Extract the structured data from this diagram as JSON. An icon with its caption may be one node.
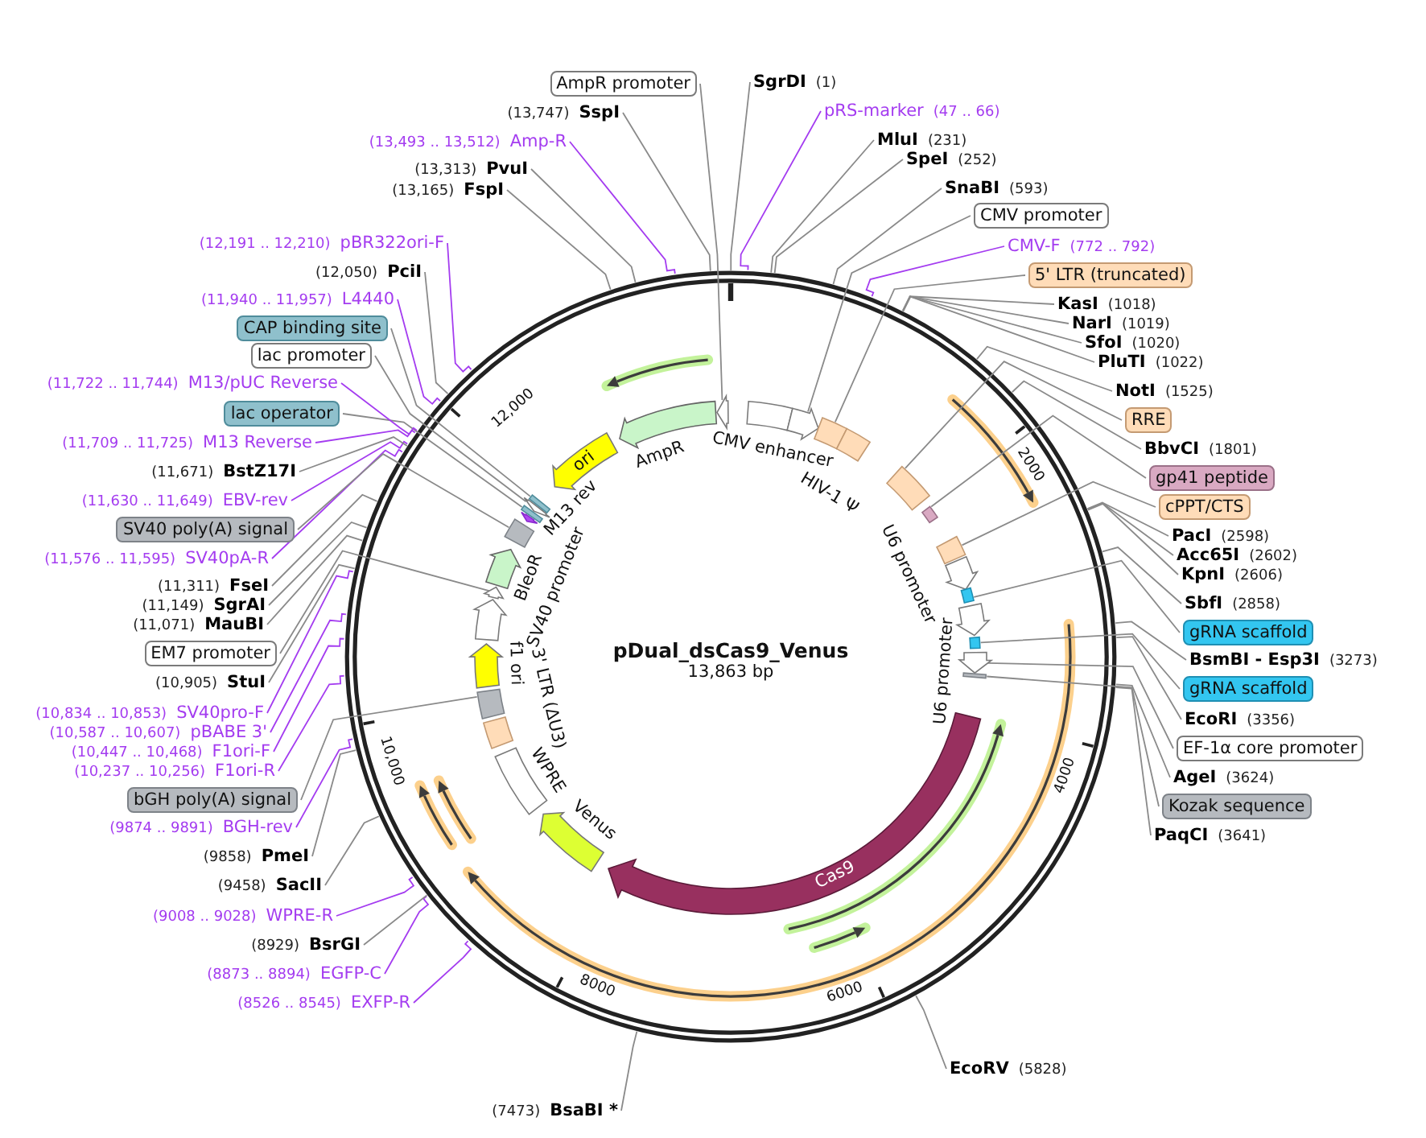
{
  "diagram": {
    "title": "pDual_dsCas9_Venus",
    "nodes": [
      {
        "text": [
          "SgrDI",
          "(1)"
        ]
      },
      {
        "text": [
          "pRS-marker",
          "(47 .. 66)"
        ]
      },
      {
        "text": [
          "MluI",
          "(231)"
        ]
      },
      {
        "text": [
          "SpeI",
          "(252)"
        ]
      },
      {
        "text": [
          "SnaBI",
          "(593)"
        ]
      },
      {
        "text": [
          "CMV promoter"
        ]
      },
      {
        "text": [
          "CMV-F",
          "(772 .. 792)"
        ]
      },
      {
        "text": [
          "5' LTR (truncated)"
        ]
      },
      {
        "text": [
          "KasI",
          "(1018)"
        ]
      },
      {
        "text": [
          "NarI",
          "(1019)"
        ]
      },
      {
        "text": [
          "SfoI",
          "(1020)"
        ]
      },
      {
        "text": [
          "PluTI",
          "(1022)"
        ]
      },
      {
        "text": [
          "NotI",
          "(1525)"
        ]
      },
      {
        "text": [
          "RRE"
        ]
      },
      {
        "text": [
          "BbvCI",
          "(1801)"
        ]
      },
      {
        "text": [
          "gp41 peptide"
        ]
      },
      {
        "text": [
          "cPPT/CTS"
        ]
      },
      {
        "text": [
          "PacI",
          "(2598)"
        ]
      },
      {
        "text": [
          "Acc65I",
          "(2602)"
        ]
      },
      {
        "text": [
          "KpnI",
          "(2606)"
        ]
      },
      {
        "text": [
          "SbfI",
          "(2858)"
        ]
      },
      {
        "text": [
          "gRNA scaffold"
        ]
      },
      {
        "text": [
          "BsmBI - Esp3I",
          "(3273)"
        ]
      },
      {
        "text": [
          "gRNA scaffold"
        ]
      },
      {
        "text": [
          "EcoRI",
          "(3356)"
        ]
      },
      {
        "text": [
          "EF-1α core promoter"
        ]
      },
      {
        "text": [
          "AgeI",
          "(3624)"
        ]
      },
      {
        "text": [
          "Kozak sequence"
        ]
      },
      {
        "text": [
          "PaqCI",
          "(3641)"
        ]
      },
      {
        "text": [
          "EcoRV",
          "(5828)"
        ]
      },
      {
        "text": [
          "(7473)",
          "BsaBI *"
        ]
      },
      {
        "text": [
          "(8526 .. 8545)",
          "EXFP-R"
        ]
      },
      {
        "text": [
          "(8873 .. 8894)",
          "EGFP-C"
        ]
      },
      {
        "text": [
          "(8929)",
          "BsrGI"
        ]
      },
      {
        "text": [
          "(9008 .. 9028)",
          "WPRE-R"
        ]
      },
      {
        "text": [
          "(9458)",
          "SacII"
        ]
      },
      {
        "text": [
          "(9858)",
          "PmeI"
        ]
      },
      {
        "text": [
          "(9874 .. 9891)",
          "BGH-rev"
        ]
      },
      {
        "text": [
          "bGH poly(A) signal"
        ]
      },
      {
        "text": [
          "(10,237 .. 10,256)",
          "F1ori-R"
        ]
      },
      {
        "text": [
          "(10,447 .. 10,468)",
          "F1ori-F"
        ]
      },
      {
        "text": [
          "(10,587 .. 10,607)",
          "pBABE 3'"
        ]
      },
      {
        "text": [
          "(10,834 .. 10,853)",
          "SV40pro-F"
        ]
      },
      {
        "text": [
          "(10,905)",
          "StuI"
        ]
      },
      {
        "text": [
          "EM7 promoter"
        ]
      },
      {
        "text": [
          "(11,071)",
          "MauBI"
        ]
      },
      {
        "text": [
          "(11,149)",
          "SgrAI"
        ]
      },
      {
        "text": [
          "(11,311)",
          "FseI"
        ]
      },
      {
        "text": [
          "(11,576 .. 11,595)",
          "SV40pA-R"
        ]
      },
      {
        "text": [
          "SV40 poly(A) signal"
        ]
      },
      {
        "text": [
          "(11,630 .. 11,649)",
          "EBV-rev"
        ]
      },
      {
        "text": [
          "(11,671)",
          "BstZ17I"
        ]
      },
      {
        "text": [
          "(11,709 .. 11,725)",
          "M13 Reverse"
        ]
      },
      {
        "text": [
          "lac operator"
        ]
      },
      {
        "text": [
          "(11,722 .. 11,744)",
          "M13/pUC Reverse"
        ]
      },
      {
        "text": [
          "lac promoter"
        ]
      },
      {
        "text": [
          "CAP binding site"
        ]
      },
      {
        "text": [
          "(11,940 .. 11,957)",
          "L4440"
        ]
      },
      {
        "text": [
          "(12,050)",
          "PciI"
        ]
      },
      {
        "text": [
          "(12,191 .. 12,210)",
          "pBR322ori-F"
        ]
      },
      {
        "text": [
          "(13,165)",
          "FspI"
        ]
      },
      {
        "text": [
          "(13,313)",
          "PvuI"
        ]
      },
      {
        "text": [
          "(13,493 .. 13,512)",
          "Amp-R"
        ]
      },
      {
        "text": [
          "(13,747)",
          "SspI"
        ]
      },
      {
        "text": [
          "AmpR promoter"
        ]
      },
      {
        "text": [],
        "shape": "box",
        "beside": [
          "CMV enhancer"
        ]
      },
      {
        "text": [],
        "shape": "arrow"
      },
      {
        "text": [],
        "shape": "box"
      },
      {
        "text": [],
        "shape": "box",
        "beside": [
          "HIV-1 Ψ"
        ]
      },
      {
        "text": [],
        "shape": "box"
      },
      {
        "text": [],
        "shape": "box"
      },
      {
        "text": [],
        "shape": "box"
      },
      {
        "text": [],
        "shape": "arrow",
        "beside": [
          "U6 promoter"
        ]
      },
      {
        "text": [],
        "shape": "box"
      },
      {
        "text": [],
        "shape": "arrow",
        "beside": [
          "U6 promoter"
        ]
      },
      {
        "text": [],
        "shape": "box"
      },
      {
        "text": [],
        "shape": "arrow"
      },
      {
        "text": [],
        "shape": "box"
      },
      {
        "text": [
          "Cas9"
        ]
      },
      {
        "text": [],
        "shape": "arrow",
        "beside": [
          "Venus"
        ]
      },
      {
        "text": [],
        "shape": "box",
        "beside": [
          "WPRE"
        ]
      },
      {
        "text": [],
        "shape": "box"
      },
      {
        "text": [],
        "shape": "box"
      },
      {
        "text": [],
        "shape": "arrow",
        "beside": [
          "f1 ori"
        ]
      },
      {
        "text": [],
        "shape": "arrow"
      },
      {
        "text": [],
        "shape": "arrow"
      },
      {
        "text": [],
        "shape": "arrow",
        "beside": [
          "BleoR"
        ]
      },
      {
        "text": [],
        "shape": "box"
      },
      {
        "text": [],
        "shape": "arrow",
        "beside": [
          "M13 rev"
        ]
      },
      {
        "text": [],
        "shape": "box"
      },
      {
        "text": [],
        "shape": "arrow"
      },
      {
        "text": [],
        "shape": "box"
      },
      {
        "text": [
          "ori"
        ]
      },
      {
        "text": [],
        "shape": "arrow",
        "beside": [
          "AmpR"
        ]
      },
      {
        "text": [],
        "shape": "arrow"
      }
    ],
    "edges": [
      {
        "from": 0,
        "to": null,
        "arrow": "none"
      },
      {
        "from": 1,
        "to": null,
        "arrow": "none",
        "color": "#a43cf0"
      },
      {
        "from": 2,
        "to": null,
        "arrow": "none"
      },
      {
        "from": 3,
        "to": null,
        "arrow": "none"
      },
      {
        "from": 4,
        "to": null,
        "arrow": "none"
      },
      {
        "from": 5,
        "to": 66,
        "arrow": "none"
      },
      {
        "from": 6,
        "to": null,
        "arrow": "none",
        "color": "#a43cf0"
      },
      {
        "from": 7,
        "to": 67,
        "arrow": "none"
      },
      {
        "from": 8,
        "to": null,
        "arrow": "none"
      },
      {
        "from": 9,
        "to": null,
        "arrow": "none"
      },
      {
        "from": 10,
        "to": null,
        "arrow": "none"
      },
      {
        "from": 11,
        "to": null,
        "arrow": "none"
      },
      {
        "from": 12,
        "to": null,
        "arrow": "none"
      },
      {
        "from": 13,
        "to": 69,
        "arrow": "none"
      },
      {
        "from": 14,
        "to": null,
        "arrow": "none"
      },
      {
        "from": 15,
        "to": 70,
        "arrow": "none"
      },
      {
        "from": 16,
        "to": 71,
        "arrow": "none"
      },
      {
        "from": 17,
        "to": null,
        "arrow": "none"
      },
      {
        "from": 18,
        "to": null,
        "arrow": "none"
      },
      {
        "from": 19,
        "to": null,
        "arrow": "none"
      },
      {
        "from": 20,
        "to": null,
        "arrow": "none"
      },
      {
        "from": 21,
        "to": 73,
        "arrow": "none"
      },
      {
        "from": 22,
        "to": null,
        "arrow": "none"
      },
      {
        "from": 23,
        "to": 75,
        "arrow": "none"
      },
      {
        "from": 24,
        "to": null,
        "arrow": "none"
      },
      {
        "from": 25,
        "to": 76,
        "arrow": "none"
      },
      {
        "from": 26,
        "to": null,
        "arrow": "none"
      },
      {
        "from": 27,
        "to": 77,
        "arrow": "none"
      },
      {
        "from": 28,
        "to": null,
        "arrow": "none"
      },
      {
        "from": 29,
        "to": null,
        "arrow": "none"
      },
      {
        "from": 30,
        "to": null,
        "arrow": "none"
      },
      {
        "from": 31,
        "to": null,
        "arrow": "none",
        "color": "#a43cf0"
      },
      {
        "from": 32,
        "to": null,
        "arrow": "none",
        "color": "#a43cf0"
      },
      {
        "from": 33,
        "to": null,
        "arrow": "none"
      },
      {
        "from": 34,
        "to": null,
        "arrow": "none",
        "color": "#a43cf0"
      },
      {
        "from": 35,
        "to": null,
        "arrow": "none"
      },
      {
        "from": 36,
        "to": null,
        "arrow": "none"
      },
      {
        "from": 37,
        "to": null,
        "arrow": "none",
        "color": "#a43cf0"
      },
      {
        "from": 38,
        "to": 82,
        "arrow": "none"
      },
      {
        "from": 39,
        "to": null,
        "arrow": "none",
        "color": "#a43cf0"
      },
      {
        "from": 40,
        "to": null,
        "arrow": "none",
        "color": "#a43cf0"
      },
      {
        "from": 41,
        "to": null,
        "arrow": "none",
        "color": "#a43cf0"
      },
      {
        "from": 42,
        "to": null,
        "arrow": "none",
        "color": "#a43cf0"
      },
      {
        "from": 43,
        "to": null,
        "arrow": "none"
      },
      {
        "from": 44,
        "to": 85,
        "arrow": "none"
      },
      {
        "from": 45,
        "to": null,
        "arrow": "none"
      },
      {
        "from": 46,
        "to": null,
        "arrow": "none"
      },
      {
        "from": 47,
        "to": null,
        "arrow": "none"
      },
      {
        "from": 48,
        "to": null,
        "arrow": "none",
        "color": "#a43cf0"
      },
      {
        "from": 49,
        "to": 87,
        "arrow": "none"
      },
      {
        "from": 50,
        "to": null,
        "arrow": "none",
        "color": "#a43cf0"
      },
      {
        "from": 51,
        "to": null,
        "arrow": "none"
      },
      {
        "from": 52,
        "to": null,
        "arrow": "none",
        "color": "#a43cf0"
      },
      {
        "from": 53,
        "to": 89,
        "arrow": "none"
      },
      {
        "from": 54,
        "to": null,
        "arrow": "none",
        "color": "#a43cf0"
      },
      {
        "from": 55,
        "to": 90,
        "arrow": "none"
      },
      {
        "from": 56,
        "to": 91,
        "arrow": "none"
      },
      {
        "from": 57,
        "to": null,
        "arrow": "none",
        "color": "#a43cf0"
      },
      {
        "from": 58,
        "to": null,
        "arrow": "none"
      },
      {
        "from": 59,
        "to": null,
        "arrow": "none",
        "color": "#a43cf0"
      },
      {
        "from": 60,
        "to": null,
        "arrow": "none"
      },
      {
        "from": 61,
        "to": null,
        "arrow": "none"
      },
      {
        "from": 62,
        "to": null,
        "arrow": "none",
        "color": "#a43cf0"
      },
      {
        "from": 63,
        "to": null,
        "arrow": "none"
      },
      {
        "from": 64,
        "to": 94,
        "arrow": "none"
      }
    ],
    "labels": [
      "13,863 bp",
      "2000",
      "4000",
      "6000",
      "8000",
      "10,000",
      "12,000",
      "3' LTR (ΔU3)",
      "SV40 promoter"
    ]
  }
}
